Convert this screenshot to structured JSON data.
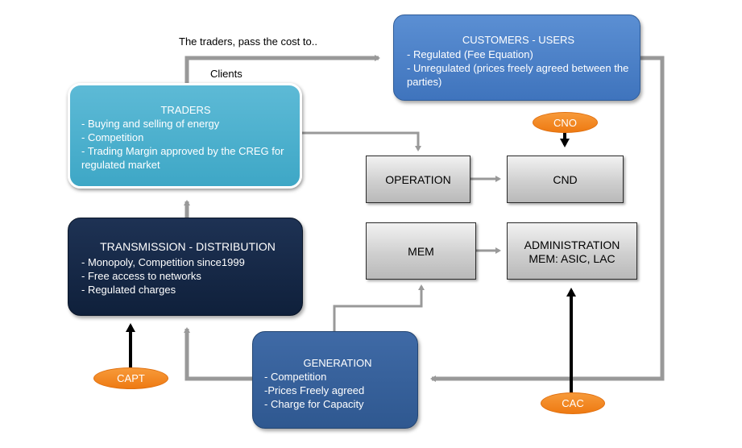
{
  "labels": {
    "pass_cost": "The traders, pass the cost to..",
    "clients": "Clients"
  },
  "customers": {
    "title": "CUSTOMERS - USERS",
    "items": [
      "- Regulated (Fee Equation)",
      "- Unregulated (prices freely agreed between the parties)"
    ]
  },
  "traders": {
    "title": "TRADERS",
    "items": [
      "- Buying and selling of energy",
      "- Competition",
      "- Trading Margin approved by the CREG for regulated market"
    ]
  },
  "transmission": {
    "title": "TRANSMISSION - DISTRIBUTION",
    "items": [
      "- Monopoly, Competition since1999",
      "- Free access to networks",
      "- Regulated charges"
    ]
  },
  "generation": {
    "title": "GENERATION",
    "items": [
      "- Competition",
      "-Prices Freely agreed",
      "- Charge for Capacity"
    ]
  },
  "operation": "OPERATION",
  "cnd": "CND",
  "mem": "MEM",
  "admin": {
    "line1": "ADMINISTRATION",
    "line2": "MEM: ASIC, LAC"
  },
  "cno": "CNO",
  "capt": "CAPT",
  "cac": "CAC",
  "colors": {
    "customers": "#4a80c8",
    "traders": "#4bb0cf",
    "transmission": "#142743",
    "generation": "#3562a0",
    "gray_box": "#c8c8c8",
    "orange": "#f08a25",
    "connector": "#999999"
  }
}
